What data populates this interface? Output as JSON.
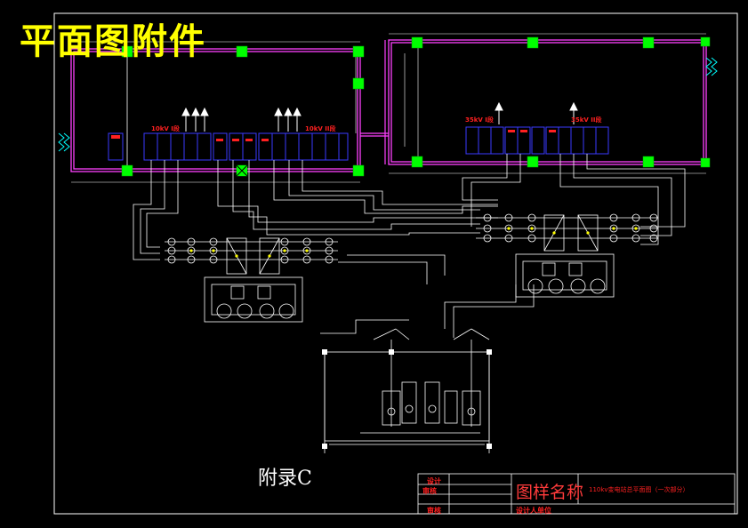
{
  "header": {
    "title": "平面图附件"
  },
  "footer": {
    "appendix_label": "附录C"
  },
  "plan": {
    "left_group_label_a": "10kV I段",
    "left_group_label_b": "10kV II段",
    "right_group_label_a": "35kV I段",
    "right_group_label_b": "35kV II段"
  },
  "title_block": {
    "row1": "设计",
    "row2": "审核",
    "row3": "审核",
    "row4": "设计人单位",
    "drawing_name_label": "图样名称",
    "drawing_title": "110kv变电站总平面图（一次部分）"
  },
  "colors": {
    "background": "#000000",
    "title": "#ffff00",
    "wall": "#ff40ff",
    "accent": "#00ff00",
    "panel": "#0000ff",
    "text_red": "#ff2020"
  }
}
